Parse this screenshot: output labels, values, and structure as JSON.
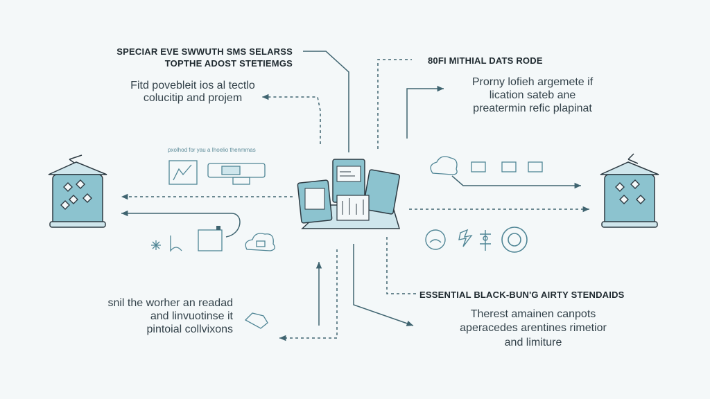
{
  "colors": {
    "background": "#f4f8f9",
    "ink": "#2d3a42",
    "arrow": "#3f6470",
    "accent": "#8cc3cf",
    "accent_light": "#cfe6ec"
  },
  "top_left": {
    "heading_line1": "SPECIAR EVE SWWUTH SMS SELARSS",
    "heading_line2": "TOPTHE ADOST STETIEMGS",
    "body_line1": "Fitd povebleit ios al tectlo",
    "body_line2": "colucitip and projem"
  },
  "top_right": {
    "heading": "80FI MITHIAL DATS RODE",
    "body_line1": "Prorny lofieh argemete if",
    "body_line2": "lication sateb ane",
    "body_line3": "preatermin refic plapinat"
  },
  "bottom_left": {
    "body_line1": "snil the worher an readad",
    "body_line2": "and linvuotinse it",
    "body_line3": "pintoial collvixons"
  },
  "bottom_right": {
    "heading": "ESSENTIAL BLACK-BUN'G AIRTY STENDAIDS",
    "body_line1": "Therest amainen canpots",
    "body_line2": "aperacedes arentines rimetior",
    "body_line3": "and limiture"
  },
  "mid_left": {
    "tiny_label": "pxolhod for yau a Ihoelio thenmmas"
  },
  "icons": {
    "left_building": "hanging-building-icon",
    "right_building": "hanging-building-icon",
    "center": "central-hub-icon",
    "chart": "chart-icon",
    "device": "device-icon",
    "sparkle": "sparkle-icon",
    "cloud": "cloud-icon",
    "cycle": "cycle-icon",
    "bolt": "bolt-icon",
    "sliders": "sliders-icon",
    "settings": "settings-ring-icon"
  }
}
